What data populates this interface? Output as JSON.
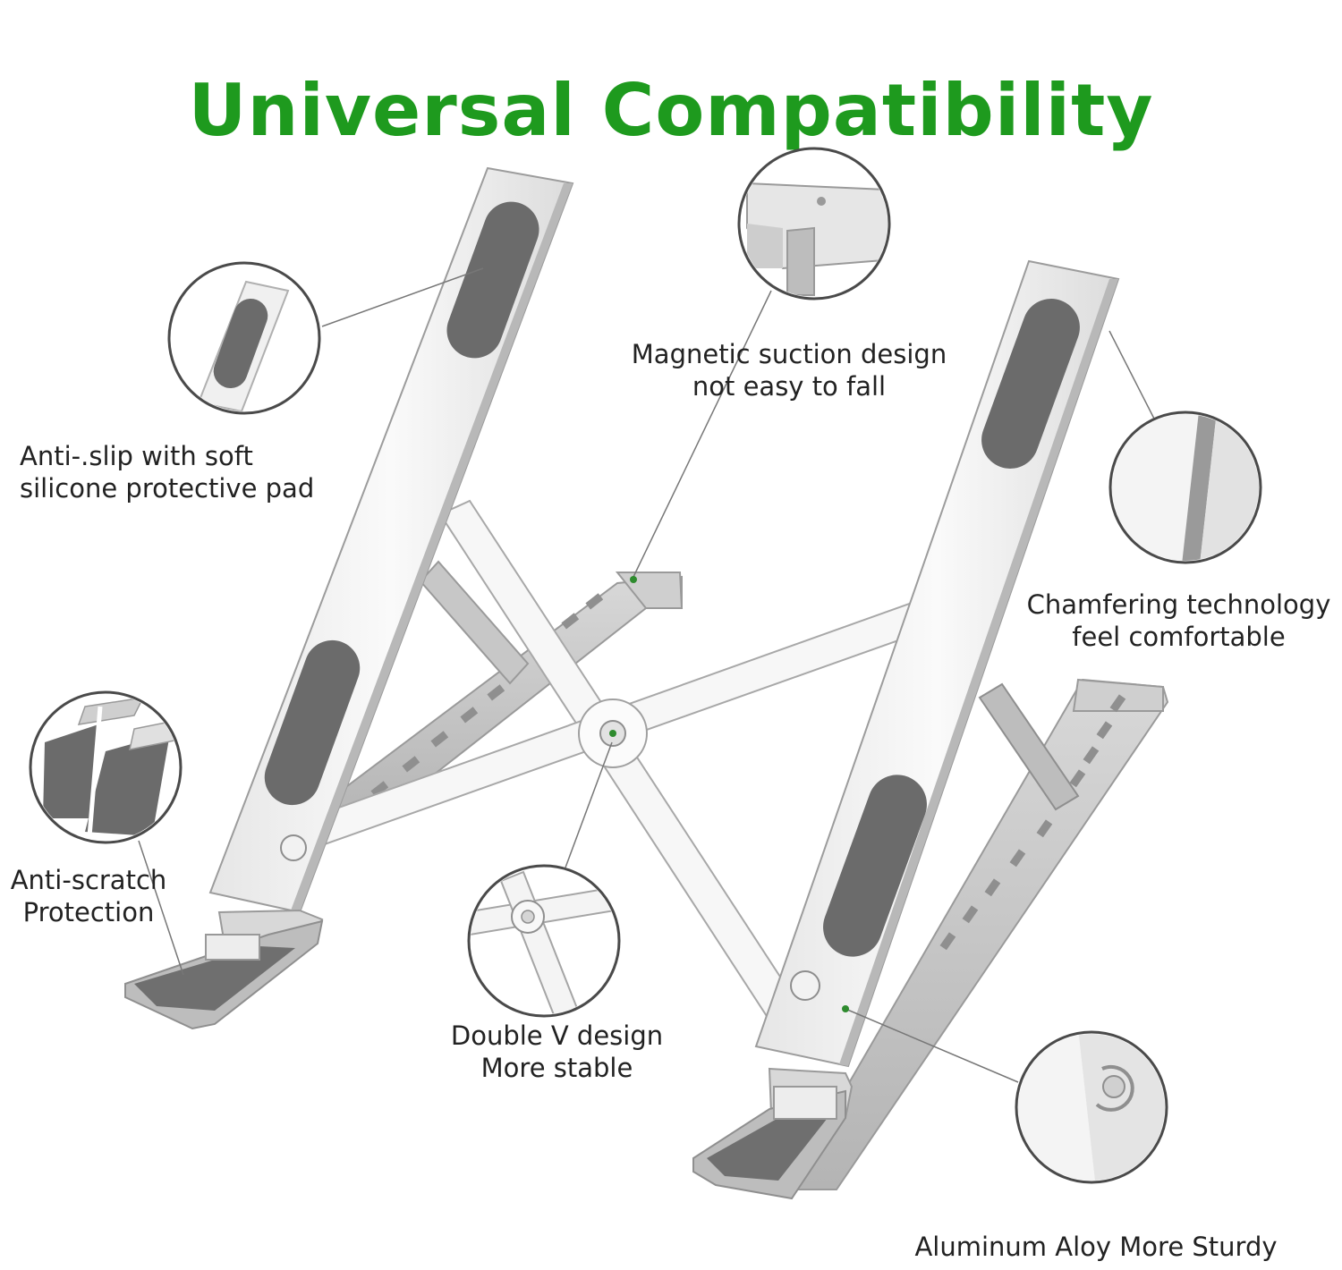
{
  "title": "Universal Compatibility",
  "colors": {
    "title_green": "#1e9a1e",
    "callout_line": "#777777",
    "aluminum_light": "#f2f2f2",
    "aluminum_mid": "#c9c9c9",
    "aluminum_dark": "#9e9e9e",
    "silicone_pad": "#6b6b6b",
    "callout_dot": "#2e8b2e"
  },
  "features": {
    "anti_slip": {
      "line1": "Anti-.slip with soft",
      "line2": "silicone protective pad",
      "icon": "silicone-pad-detail"
    },
    "magnetic": {
      "line1": "Magnetic suction design",
      "line2": "not easy to fall",
      "icon": "magnet-hook-detail"
    },
    "chamfering": {
      "line1": "Chamfering technology",
      "line2": "feel comfortable",
      "icon": "chamfered-edge-detail"
    },
    "anti_scratch": {
      "line1": "Anti-scratch",
      "line2": "Protection",
      "icon": "rubber-feet-detail"
    },
    "double_v": {
      "line1": "Double V design",
      "line2": "More stable",
      "icon": "hinge-joint-detail"
    },
    "aluminum": {
      "line1": "Aluminum Aloy More Sturdy",
      "icon": "aluminum-hinge-detail"
    }
  }
}
